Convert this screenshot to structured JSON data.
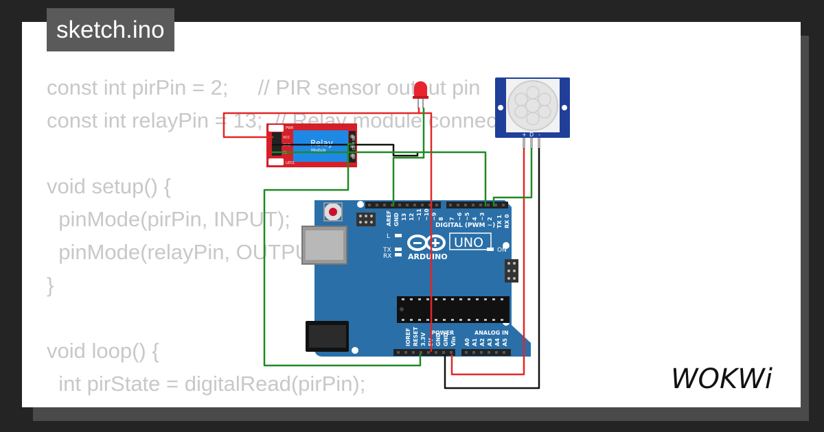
{
  "file": {
    "name": "sketch.ino"
  },
  "code_lines": [
    "const int pirPin = 2;     // PIR sensor output pin",
    "const int relayPin = 13;  // Relay module connection",
    "",
    "void setup() {",
    "  pinMode(pirPin, INPUT);",
    "  pinMode(relayPin, OUTPUT);",
    "}",
    "",
    "void loop() {",
    "  int pirState = digitalRead(pirPin);"
  ],
  "relay": {
    "title": "Relay",
    "subtitle": "Module",
    "pins_left": [
      "PWR",
      "VCC",
      "GND",
      "IN",
      "LED1"
    ],
    "pins_right": [
      "NC",
      "COM",
      "NO"
    ]
  },
  "arduino": {
    "brand": "ARDUINO",
    "model": "UNO",
    "on_label": "ON",
    "digital_label": "DIGITAL (PWM ~)",
    "digital_pins": [
      "AREF",
      "GND",
      "13",
      "12",
      "~11",
      "~10",
      "~9",
      "8",
      "7",
      "~6",
      "~5",
      "4",
      "~3",
      "2",
      "TX 1",
      "RX 0"
    ],
    "power_label": "POWER",
    "analog_label": "ANALOG IN",
    "power_pins": [
      "IOREF",
      "RESET",
      "3.3V",
      "5V",
      "GND",
      "GND",
      "Vin"
    ],
    "analog_pins": [
      "A0",
      "A1",
      "A2",
      "A3",
      "A4",
      "A5"
    ],
    "led_labels": [
      "L",
      "TX",
      "RX"
    ]
  },
  "pir": {
    "pins": [
      "+",
      "D",
      "-"
    ]
  },
  "brand": {
    "logo": "WOKWi"
  },
  "colors": {
    "wire_red": "#e32626",
    "wire_green": "#1e8a23",
    "wire_black": "#111111",
    "board": "#2a6fa8",
    "relay": "#d42029"
  }
}
